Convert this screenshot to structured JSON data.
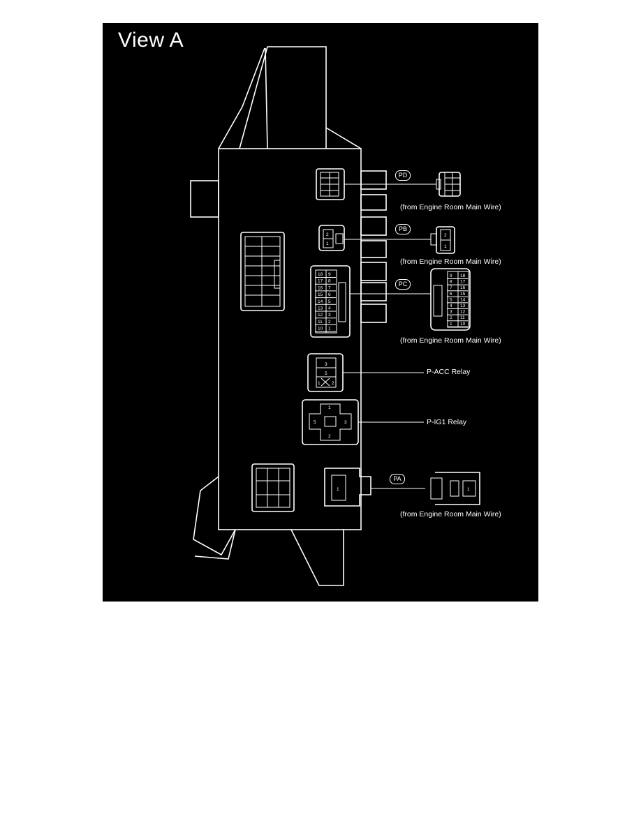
{
  "diagram": {
    "title": "View A",
    "connectors": [
      {
        "id": "PD",
        "source": "(from Engine Room Main Wire)"
      },
      {
        "id": "PB",
        "source": "(from Engine Room Main Wire)"
      },
      {
        "id": "PC",
        "source": "(from Engine Room Main Wire)"
      },
      {
        "id": "PA",
        "source": "(from Engine Room Main Wire)"
      }
    ],
    "relays": [
      {
        "name": "P-ACC Relay",
        "pins": [
          "3",
          "5",
          "1",
          "2"
        ]
      },
      {
        "name": "P-IG1 Relay",
        "pins": [
          "1",
          "5",
          "3",
          "2"
        ]
      }
    ],
    "pc_pins_left": [
      [
        "18",
        "9"
      ],
      [
        "17",
        "8"
      ],
      [
        "16",
        "7"
      ],
      [
        "15",
        "6"
      ],
      [
        "14",
        "5"
      ],
      [
        "13",
        "4"
      ],
      [
        "12",
        "3"
      ],
      [
        "11",
        "2"
      ],
      [
        "10",
        "1"
      ]
    ],
    "pc_pins_right": [
      [
        "9",
        "18"
      ],
      [
        "8",
        "17"
      ],
      [
        "7",
        "16"
      ],
      [
        "6",
        "15"
      ],
      [
        "5",
        "14"
      ],
      [
        "4",
        "13"
      ],
      [
        "3",
        "12"
      ],
      [
        "2",
        "11"
      ],
      [
        "1",
        "10"
      ]
    ],
    "pb_pins": [
      "2",
      "1"
    ],
    "pa_pins": [
      "1"
    ]
  }
}
